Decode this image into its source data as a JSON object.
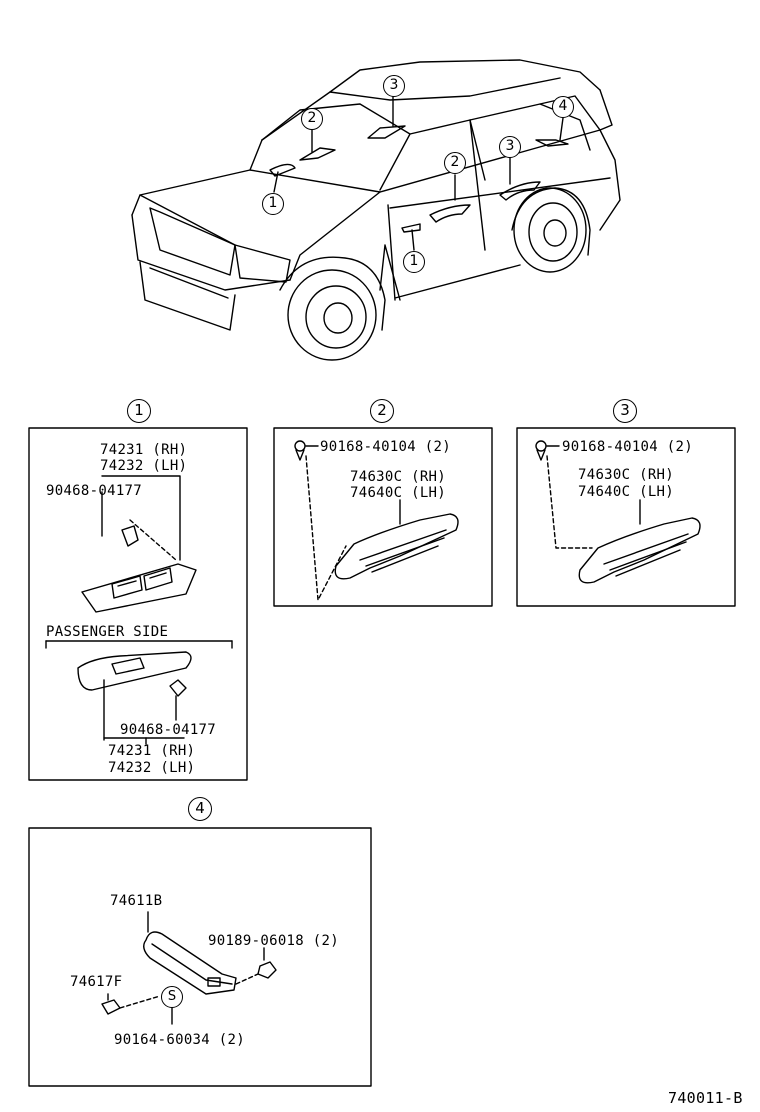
{
  "overview": {
    "callouts": [
      "3",
      "2",
      "1",
      "2",
      "3",
      "4",
      "1"
    ]
  },
  "panel1": {
    "marker": "1",
    "part_a_rh": "74231 (RH)",
    "part_a_lh": "74232 (LH)",
    "clip": "90468-04177",
    "passenger_side": "PASSENGER SIDE",
    "clip2": "90468-04177",
    "part_b_rh": "74231 (RH)",
    "part_b_lh": "74232 (LH)"
  },
  "panel2": {
    "marker": "2",
    "screw": "90168-40104 (2)",
    "part_rh": "74630C (RH)",
    "part_lh": "74640C (LH)"
  },
  "panel3": {
    "marker": "3",
    "screw": "90168-40104 (2)",
    "part_rh": "74630C (RH)",
    "part_lh": "74640C (LH)"
  },
  "panel4": {
    "marker": "4",
    "grip": "74611B",
    "bolt": "90189-06018 (2)",
    "cap": "74617F",
    "s_mark": "S",
    "screw": "90164-60034 (2)"
  },
  "figure_id": "740011-B"
}
